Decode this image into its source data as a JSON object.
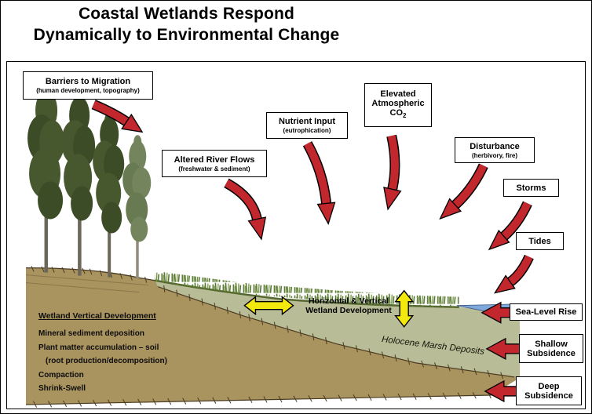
{
  "title": {
    "line1": "Coastal Wetlands Respond",
    "line2": "Dynamically to Environmental Change"
  },
  "boxes": {
    "barriers": {
      "title": "Barriers to Migration",
      "subtitle": "(human development, topography)"
    },
    "altered_river_flows": {
      "title": "Altered River Flows",
      "subtitle": "(freshwater & sediment)"
    },
    "nutrient_input": {
      "title": "Nutrient Input",
      "subtitle": "(eutrophication)"
    },
    "elevated_co2": {
      "line1": "Elevated",
      "line2": "Atmospheric",
      "line3": "CO",
      "line3_sub": "2"
    },
    "disturbance": {
      "title": "Disturbance",
      "subtitle": "(herbivory, fire)"
    },
    "storms": {
      "title": "Storms"
    },
    "tides": {
      "title": "Tides"
    },
    "sea_level_rise": {
      "title": "Sea-Level Rise"
    },
    "shallow_subsidence": {
      "line1": "Shallow",
      "line2": "Subsidence"
    },
    "deep_subsidence": {
      "line1": "Deep",
      "line2": "Subsidence"
    }
  },
  "annotations": {
    "horizontal_vertical": {
      "line1": "Horizontal & Vertical",
      "line2": "Wetland Development"
    },
    "holocene_marsh_deposits": "Holocene Marsh Deposits",
    "wetland_vertical_development": {
      "heading": "Wetland Vertical Development",
      "items": [
        "Mineral sediment deposition",
        "Plant matter accumulation – soil",
        "(root production/decomposition)",
        "Compaction",
        "Shrink-Swell"
      ]
    }
  },
  "colors": {
    "arrow_red": "#c1272d",
    "arrow_yellow": "#f3e90e",
    "soil_brown": "#a9935f",
    "marsh_green": "#b9bd97",
    "water_blue": "#7fa9da",
    "tree_green": "#47582e"
  }
}
